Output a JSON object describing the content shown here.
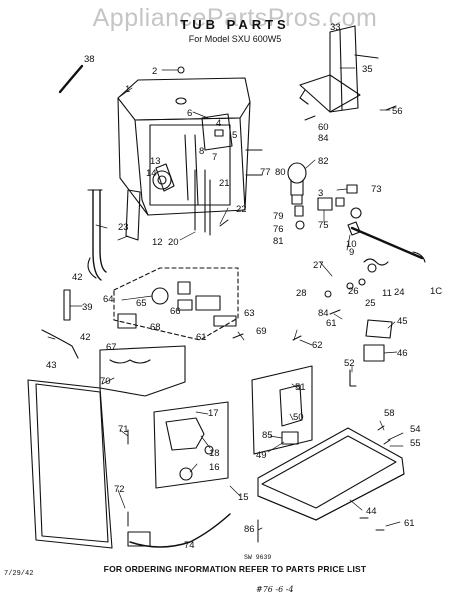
{
  "watermark": "AppliancePartsPros.com",
  "title": "TUB PARTS",
  "subtitle": "For Model SXU 600W5",
  "footer": "FOR ORDERING INFORMATION REFER TO PARTS PRICE LIST",
  "code_left": "7/29/42",
  "code_right": "SW 9639",
  "handwritten": "#76 -6 -4",
  "callouts": {
    "c1": "1",
    "c2": "2",
    "c3": "3",
    "c4": "4",
    "c5": "5",
    "c6": "6",
    "c7": "7",
    "c8": "8",
    "c9": "9",
    "c10": "10",
    "c11": "11",
    "c12": "12",
    "c13": "13",
    "c14": "14",
    "c15": "15",
    "c16": "16",
    "c17": "17",
    "c18": "18",
    "c20": "20",
    "c21": "21",
    "c22": "22",
    "c23": "23",
    "c24": "24",
    "c25": "25",
    "c26": "26",
    "c27": "27",
    "c28": "28",
    "c33": "33",
    "c35": "35",
    "c38": "38",
    "c39": "39",
    "c42a": "42",
    "c42b": "42",
    "c43": "43",
    "c44": "44",
    "c45": "45",
    "c46": "46",
    "c49": "49",
    "c50": "50",
    "c51": "51",
    "c52": "52",
    "c54": "54",
    "c55": "55",
    "c56": "56",
    "c58": "58",
    "c60": "60",
    "c61a": "61",
    "c61b": "61",
    "c61c": "61",
    "c62": "62",
    "c63": "63",
    "c64": "64",
    "c65": "65",
    "c66": "66",
    "c67": "67",
    "c68": "68",
    "c69": "69",
    "c70": "70",
    "c71": "71",
    "c72": "72",
    "c73": "73",
    "c74": "74",
    "c75": "75",
    "c76": "76",
    "c77": "77",
    "c79": "79",
    "c80": "80",
    "c81": "81",
    "c82": "82",
    "c84a": "84",
    "c84b": "84",
    "c85": "85",
    "c86": "86",
    "c1c": "1C"
  }
}
